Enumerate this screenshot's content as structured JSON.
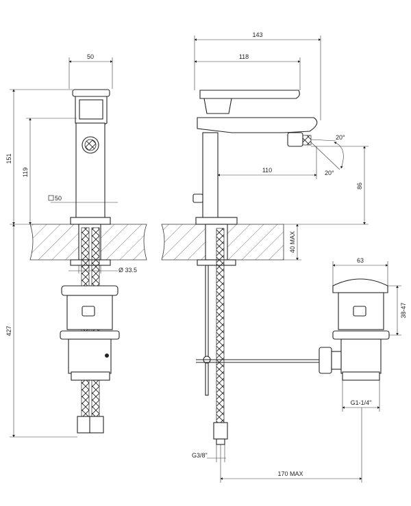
{
  "dimensions": {
    "front_width": "50",
    "front_total_height": "151",
    "front_spout_height": "119",
    "square_base": "50",
    "shank_diameter": "Ø 33.5",
    "hose_length": "427",
    "side_total_depth": "143",
    "side_lever_depth": "118",
    "side_spout_reach": "110",
    "side_spout_height": "86",
    "angle_up": "20°",
    "angle_down": "20°",
    "deck_thickness": "40 MAX",
    "waste_cap_diameter": "63",
    "waste_height_range": "38-47",
    "waste_thread": "G1-1/4\"",
    "hose_thread": "G3/8\"",
    "rod_length": "170 MAX"
  },
  "colors": {
    "line": "#222222",
    "hatch": "#555555",
    "background": "#ffffff"
  }
}
